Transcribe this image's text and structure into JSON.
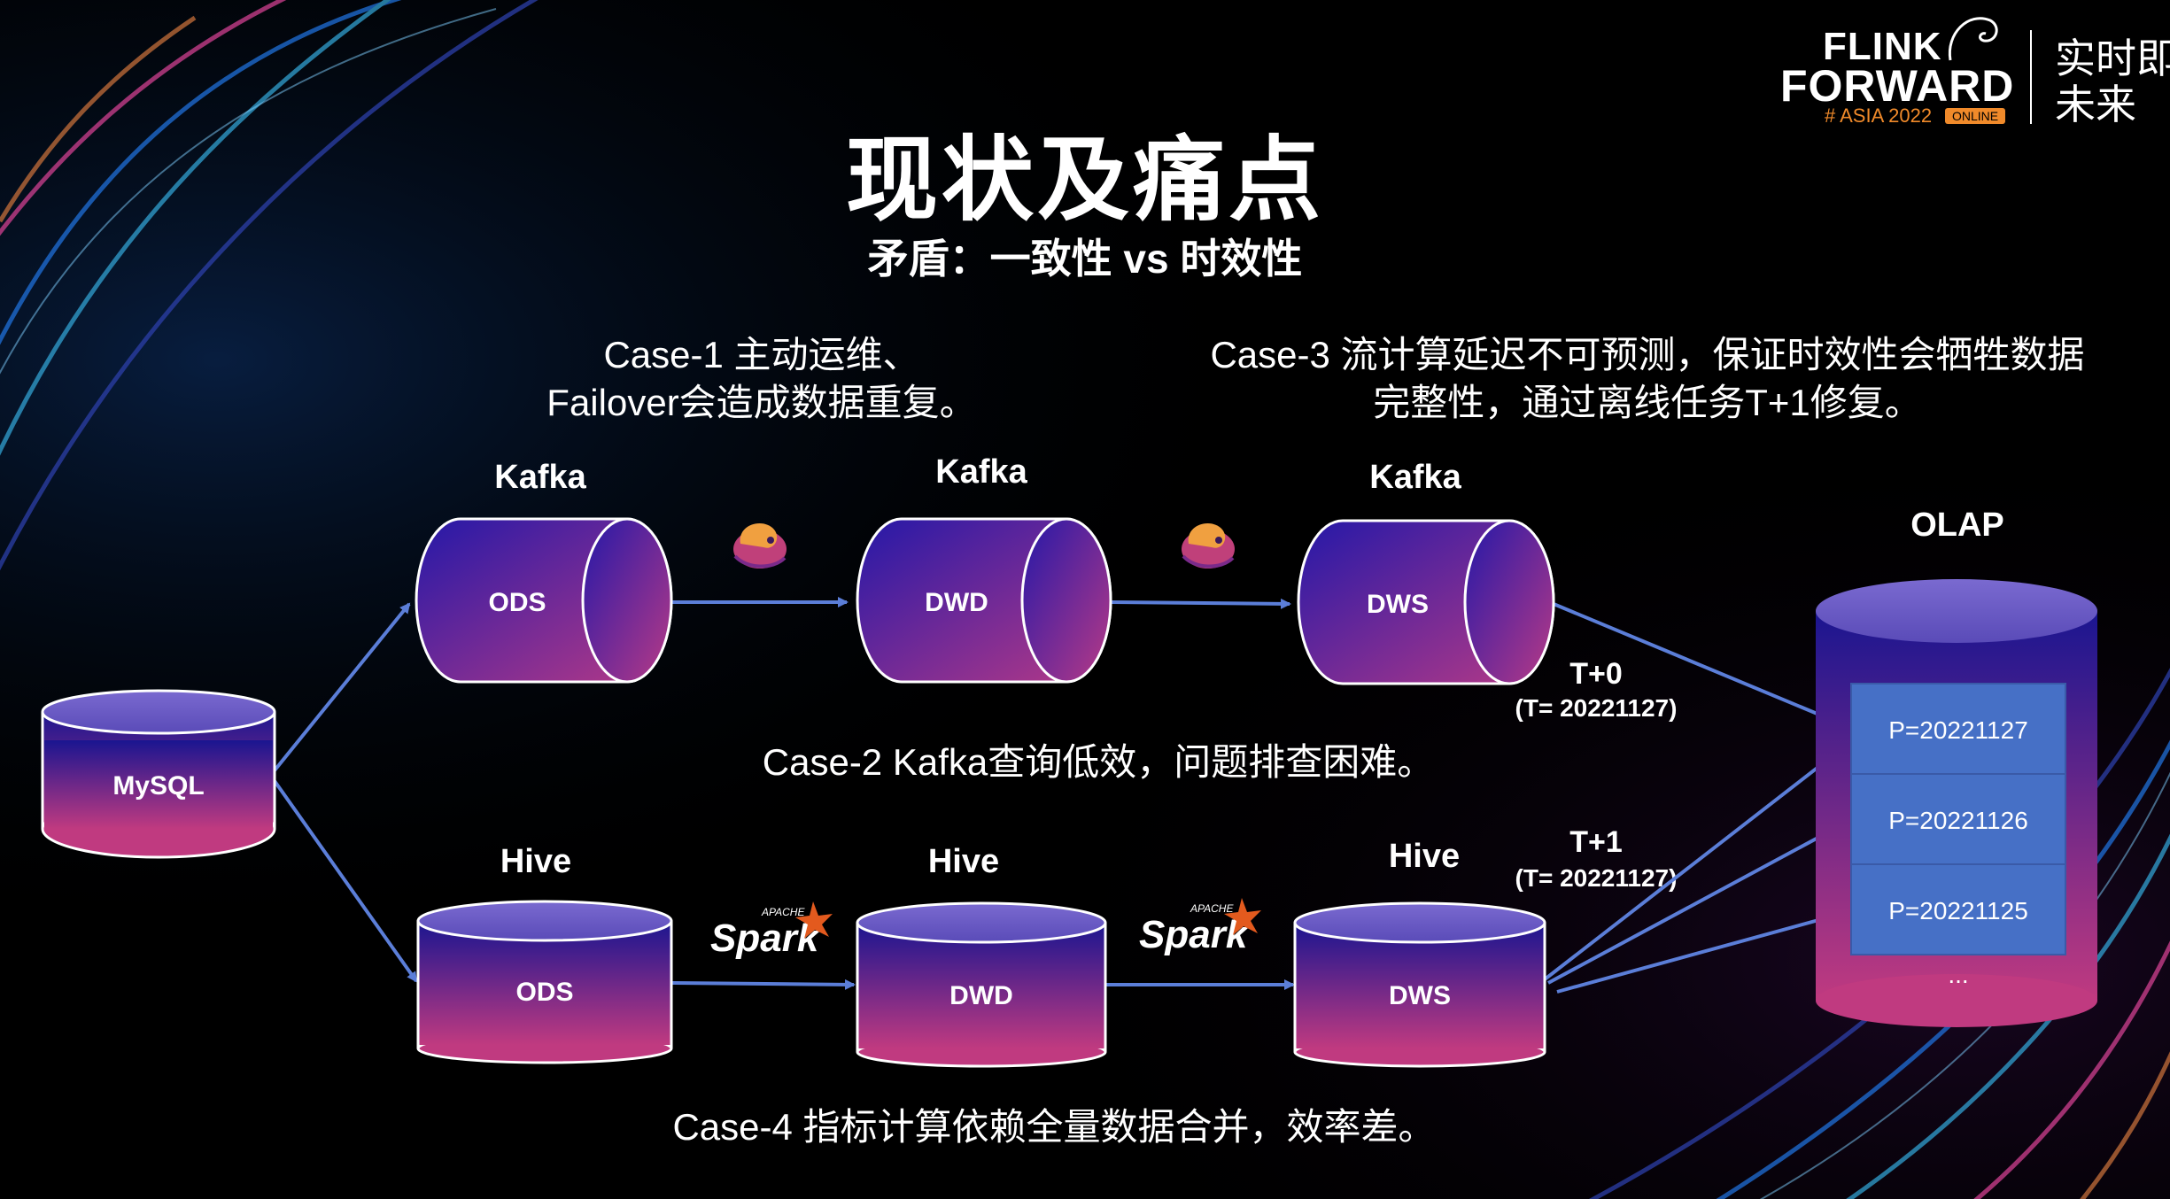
{
  "title": "现状及痛点",
  "subtitle": "矛盾：一致性 vs 时效性",
  "logo": {
    "line1": "FLINK",
    "line2": "FORWARD",
    "line3": "# ASIA 2022",
    "badge": "ONLINE",
    "slogan_line1": "实时即",
    "slogan_line2": "未来"
  },
  "cases": {
    "case1": [
      "Case-1 主动运维、",
      "Failover会造成数据重复。"
    ],
    "case2": "Case-2 Kafka查询低效，问题排查困难。",
    "case3": [
      "Case-3 流计算延迟不可预测，保证时效性会牺牲数据",
      "完整性，通过离线任务T+1修复。"
    ],
    "case4": "Case-4 指标计算依赖全量数据合并，效率差。"
  },
  "nodes": {
    "mysql": "MySQL",
    "kafka_ods": {
      "group": "Kafka",
      "label": "ODS"
    },
    "kafka_dwd": {
      "group": "Kafka",
      "label": "DWD"
    },
    "kafka_dws": {
      "group": "Kafka",
      "label": "DWS"
    },
    "hive_ods": {
      "group": "Hive",
      "label": "ODS"
    },
    "hive_dwd": {
      "group": "Hive",
      "label": "DWD"
    },
    "hive_dws": {
      "group": "Hive",
      "label": "DWS"
    },
    "olap": {
      "group": "OLAP",
      "partitions": [
        "P=20221127",
        "P=20221126",
        "P=20221125"
      ],
      "more": "..."
    }
  },
  "annotations": {
    "t0": {
      "label": "T+0",
      "detail": "(T= 20221127)"
    },
    "t1": {
      "label": "T+1",
      "detail": "(T= 20221127)"
    }
  },
  "engines": {
    "spark_brand": "Spark",
    "spark_small": "APACHE"
  },
  "colors": {
    "cyl_top": "#2a1aa8",
    "cyl_bottom": "#c23a82",
    "arrow": "#5b7ed8",
    "partition": "#4670c6"
  }
}
